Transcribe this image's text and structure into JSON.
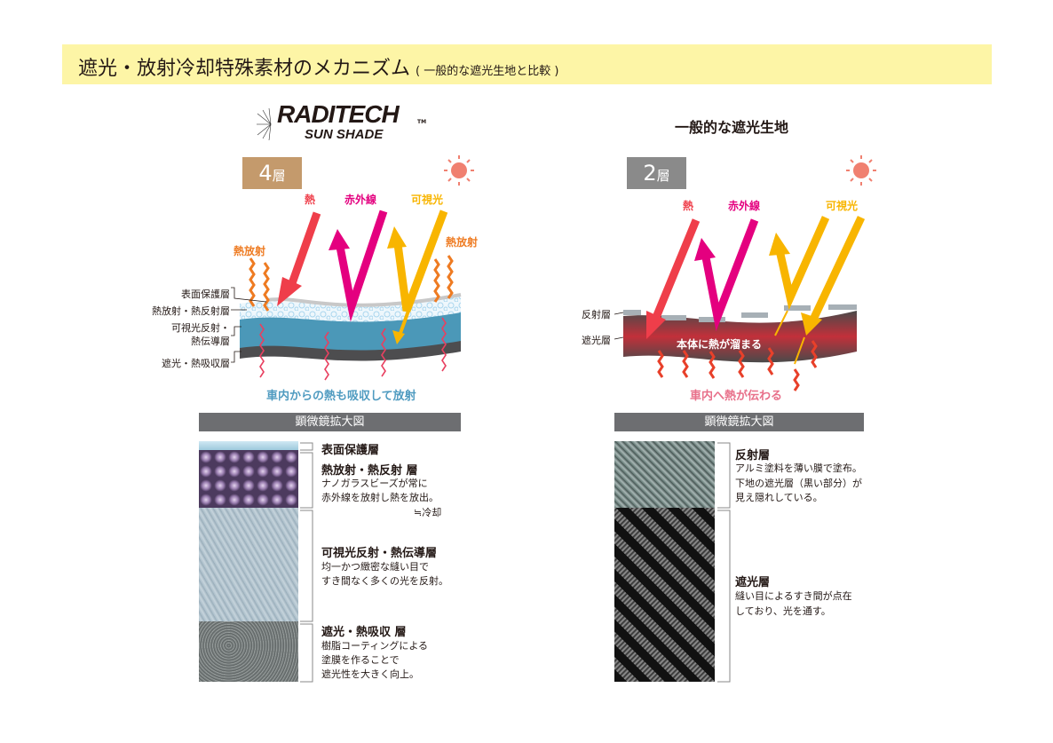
{
  "title": {
    "main": "遮光・放射冷却特殊素材のメカニズム",
    "sub": "( 一般的な遮光生地と比較 )"
  },
  "left": {
    "logo": {
      "line1": "RADITECH",
      "line2": "SUN SHADE",
      "tm": "TM"
    },
    "badge": {
      "num": "4",
      "unit": "層",
      "color": "#c49a6c"
    },
    "labels": {
      "heat": "熱",
      "infrared": "赤外線",
      "visible": "可視光",
      "radiation_left": "熱放射",
      "radiation_right": "熱放射"
    },
    "layers": [
      "表面保護層",
      "熱放射・熱反射層",
      "可視光反射・",
      "熱伝導層",
      "遮光・熱吸収層"
    ],
    "caption": "車内からの熱も吸収して放射",
    "micro_title": "顕微鏡拡大図",
    "details": [
      {
        "heading": "表面保護層",
        "lines": []
      },
      {
        "heading": "熱放射・熱反射 層",
        "lines": [
          "ナノガラスビーズが常に",
          "赤外線を放射し熱を放出。"
        ],
        "note": "≒冷却"
      },
      {
        "heading": "可視光反射・熱伝導層",
        "lines": [
          "均一かつ緻密な縫い目で",
          "すき間なく多くの光を反射。"
        ]
      },
      {
        "heading": "遮光・熱吸収 層",
        "lines": [
          "樹脂コーティングによる",
          "塗膜を作ることで",
          "遮光性を大きく向上。"
        ]
      }
    ]
  },
  "right": {
    "heading": "一般的な遮光生地",
    "badge": {
      "num": "2",
      "unit": "層",
      "color": "#8a8a8a"
    },
    "labels": {
      "heat": "熱",
      "infrared": "赤外線",
      "visible": "可視光"
    },
    "layers": [
      "反射層",
      "遮光層"
    ],
    "inner": "本体に熱が溜まる",
    "caption": "車内へ熱が伝わる",
    "micro_title": "顕微鏡拡大図",
    "details": [
      {
        "heading": "反射層",
        "lines": [
          "アルミ塗料を薄い膜で塗布。",
          "下地の遮光層（黒い部分）が",
          "見え隠れしている。"
        ]
      },
      {
        "heading": "遮光層",
        "lines": [
          "縫い目によるすき間が点在",
          "しており、光を通す。"
        ]
      }
    ]
  },
  "colors": {
    "heat": "#ef3e4a",
    "infrared": "#e4007f",
    "visible": "#f8b500",
    "radiation": "#ee7b22",
    "caption_left": "#4f9bc0",
    "caption_right": "#e8708a",
    "title_bg": "#fdf5a6"
  }
}
